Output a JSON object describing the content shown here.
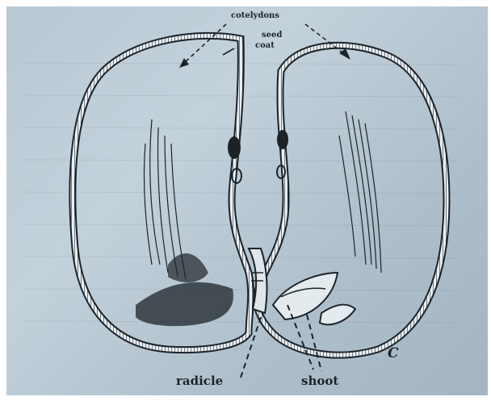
{
  "figure": {
    "labels": {
      "cotelydons": "cotelydons",
      "seed": "seed",
      "coat": "coat",
      "radicle": "radicle",
      "shoot": "shoot",
      "plate_letter": "C"
    }
  }
}
